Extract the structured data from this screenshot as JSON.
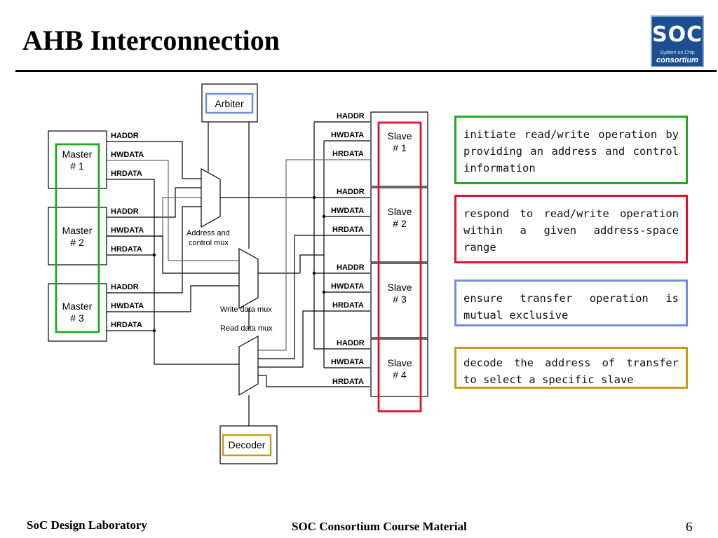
{
  "slide": {
    "title": "AHB Interconnection",
    "logo": {
      "main": "SOC",
      "subtitle": "System on Chip",
      "word": "consortium"
    },
    "footer": {
      "left": "SoC Design Laboratory",
      "center": "SOC Consortium Course Material",
      "page": "6"
    }
  },
  "diagram": {
    "arbiter": "Arbiter",
    "decoder": "Decoder",
    "masters": [
      {
        "name": "Master",
        "num": "# 1"
      },
      {
        "name": "Master",
        "num": "# 2"
      },
      {
        "name": "Master",
        "num": "# 3"
      }
    ],
    "slaves": [
      {
        "name": "Slave",
        "num": "# 1"
      },
      {
        "name": "Slave",
        "num": "# 2"
      },
      {
        "name": "Slave",
        "num": "# 3"
      },
      {
        "name": "Slave",
        "num": "# 4"
      }
    ],
    "signals": {
      "haddr": "HADDR",
      "hwdata": "HWDATA",
      "hrdata": "HRDATA"
    },
    "mux_labels": {
      "addr_line1": "Address and",
      "addr_line2": "control mux",
      "write": "Write data mux",
      "read": "Read data mux"
    },
    "colors": {
      "master_group": "#1faa1f",
      "slave_group": "#e0102e",
      "arbiter": "#6d8fdc",
      "decoder": "#c89a1e"
    }
  },
  "notes": [
    {
      "text": "initiate read/write operation by providing an address and control information",
      "color": "#1faa1f"
    },
    {
      "text": "respond to read/write operation within a given address-space range",
      "color": "#e0102e"
    },
    {
      "text": "ensure transfer operation is mutual exclusive",
      "color": "#6d8fdc"
    },
    {
      "text": "decode the address of transfer to select a specific slave",
      "color": "#c89a1e"
    }
  ]
}
